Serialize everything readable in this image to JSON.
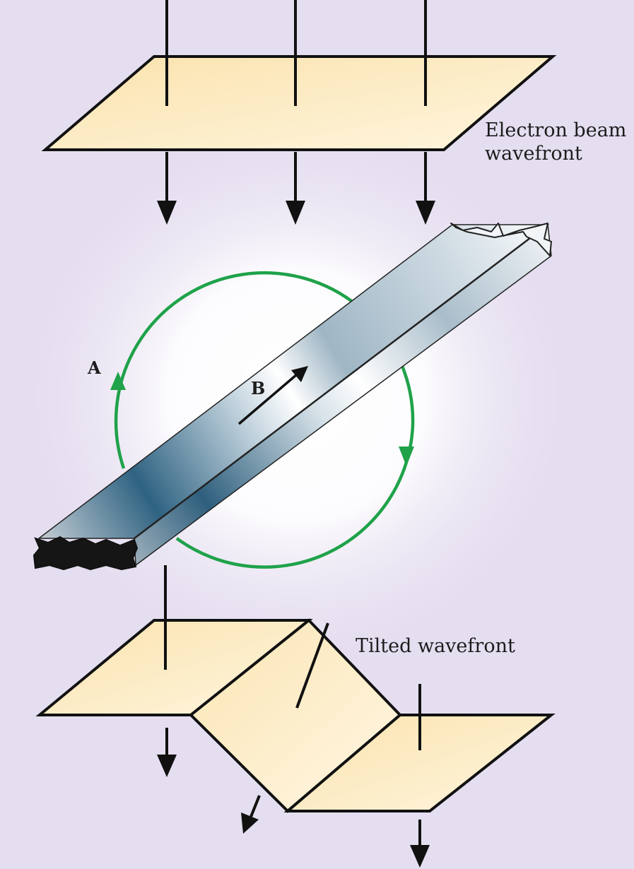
{
  "labels": {
    "top_wavefront": [
      "Electron beam",
      "wavefront"
    ],
    "tilted_wavefront": "Tilted wavefront",
    "field_a": "A",
    "field_b": "B"
  },
  "colors": {
    "background": "#e5def0",
    "glow": "#ffffff",
    "wavefront_fill": "#fbe4b0",
    "wavefront_fill_light": "#fff3d8",
    "outline": "#111111",
    "field_loop": "#1fa24a",
    "whisker_dark": "#2b5e7b",
    "whisker_light": "#e3eaef"
  }
}
